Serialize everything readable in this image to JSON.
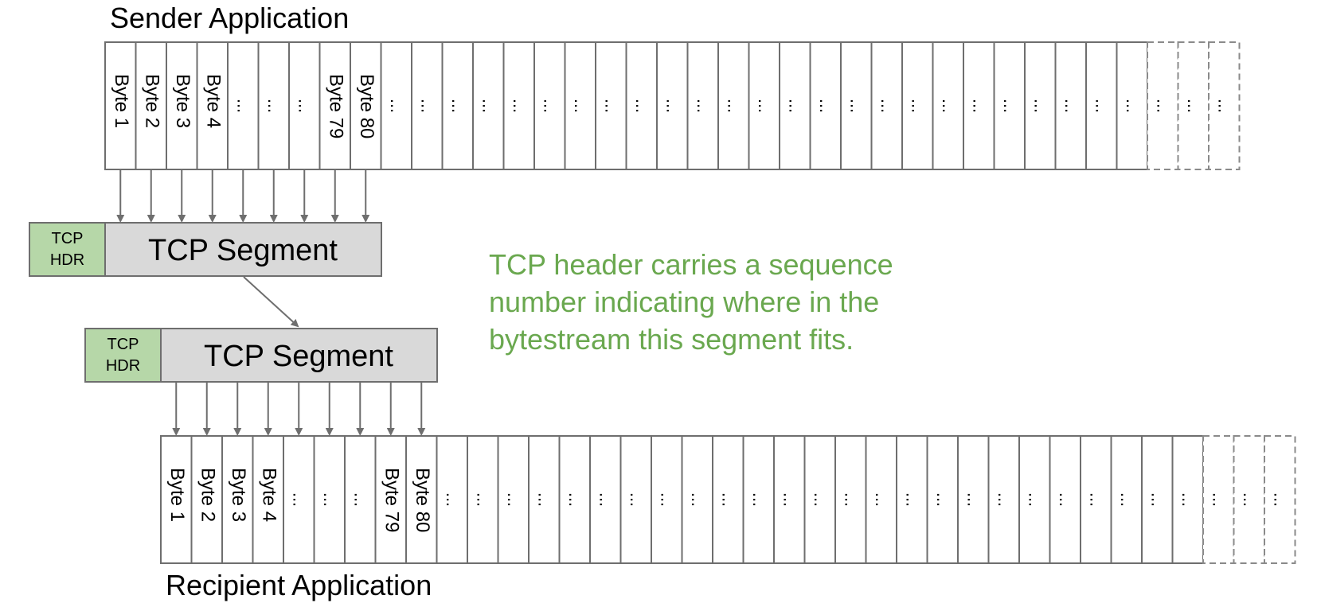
{
  "sender_title": "Sender Application",
  "recipient_title": "Recipient Application",
  "byte_labels": [
    "Byte 1",
    "Byte 2",
    "Byte 3",
    "Byte 4",
    "...",
    "...",
    "...",
    "Byte 79",
    "Byte 80"
  ],
  "ellipsis": "...",
  "solid_cell_count": 34,
  "dashed_cell_count": 3,
  "segment": {
    "header_line1": "TCP",
    "header_line2": "HDR",
    "label": "TCP Segment"
  },
  "note_lines": [
    "TCP header carries a sequence",
    "number indicating where in the",
    "bytestream this segment fits."
  ],
  "colors": {
    "header": "#b6d7a8",
    "segment": "#d9d9d9",
    "note": "#6aa84f",
    "line": "#6e6e6e"
  }
}
